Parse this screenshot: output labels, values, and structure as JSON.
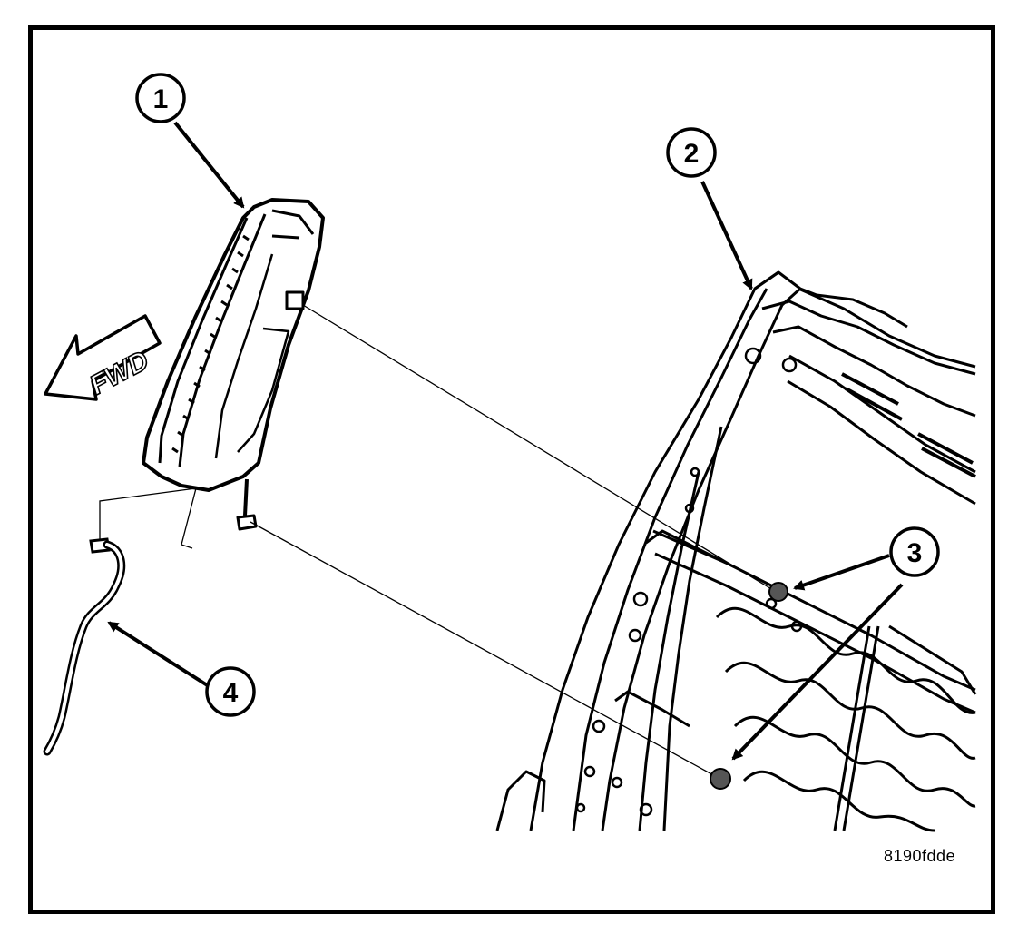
{
  "callouts": [
    {
      "id": "1",
      "label": "1"
    },
    {
      "id": "2",
      "label": "2"
    },
    {
      "id": "3",
      "label": "3"
    },
    {
      "id": "4",
      "label": "4"
    }
  ],
  "fwd_label": "FWD",
  "figure_id": "8190fdde"
}
